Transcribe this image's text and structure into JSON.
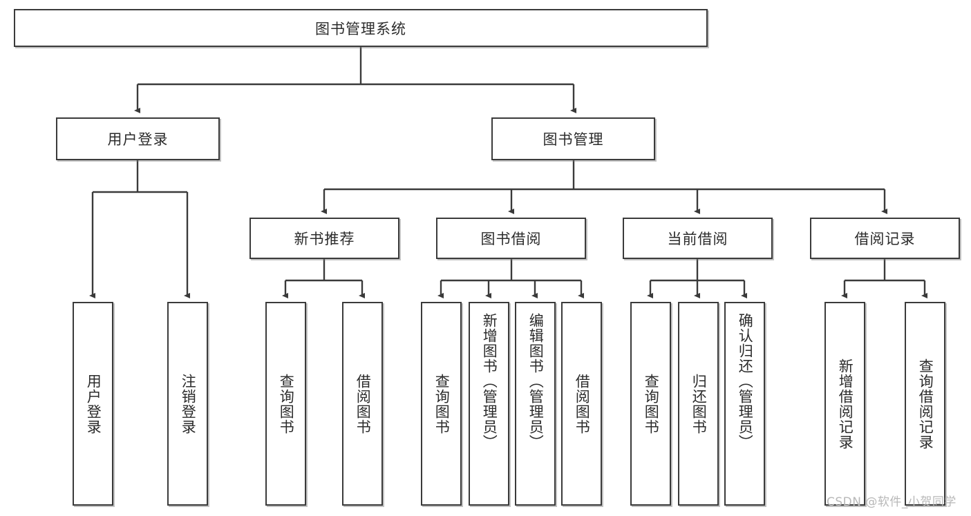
{
  "diagram": {
    "title": "图书管理系统",
    "type": "hierarchy-tree",
    "root": {
      "label": "图书管理系统"
    },
    "level2": [
      {
        "label": "用户登录"
      },
      {
        "label": "图书管理"
      }
    ],
    "level3": [
      {
        "label": "新书推荐"
      },
      {
        "label": "图书借阅"
      },
      {
        "label": "当前借阅"
      },
      {
        "label": "借阅记录"
      }
    ],
    "leaves": {
      "user_login": [
        {
          "label": "用户登录"
        },
        {
          "label": "注销登录"
        }
      ],
      "new_book_recommend": [
        {
          "label": "查询图书"
        },
        {
          "label": "借阅图书"
        }
      ],
      "book_borrow": [
        {
          "label": "查询图书"
        },
        {
          "label": "新增图书（管理员）"
        },
        {
          "label": "编辑图书（管理员）"
        },
        {
          "label": "借阅图书"
        }
      ],
      "current_borrow": [
        {
          "label": "查询图书"
        },
        {
          "label": "归还图书"
        },
        {
          "label": "确认归还（管理员）"
        }
      ],
      "borrow_record": [
        {
          "label": "新增借阅记录"
        },
        {
          "label": "查询借阅记录"
        }
      ]
    }
  },
  "watermark": {
    "text": "CSDN @软件_小贺同学"
  },
  "colors": {
    "border": "#3a3a3a",
    "text": "#2b2b2b",
    "background": "#ffffff",
    "watermark": "#b8b8b8"
  }
}
